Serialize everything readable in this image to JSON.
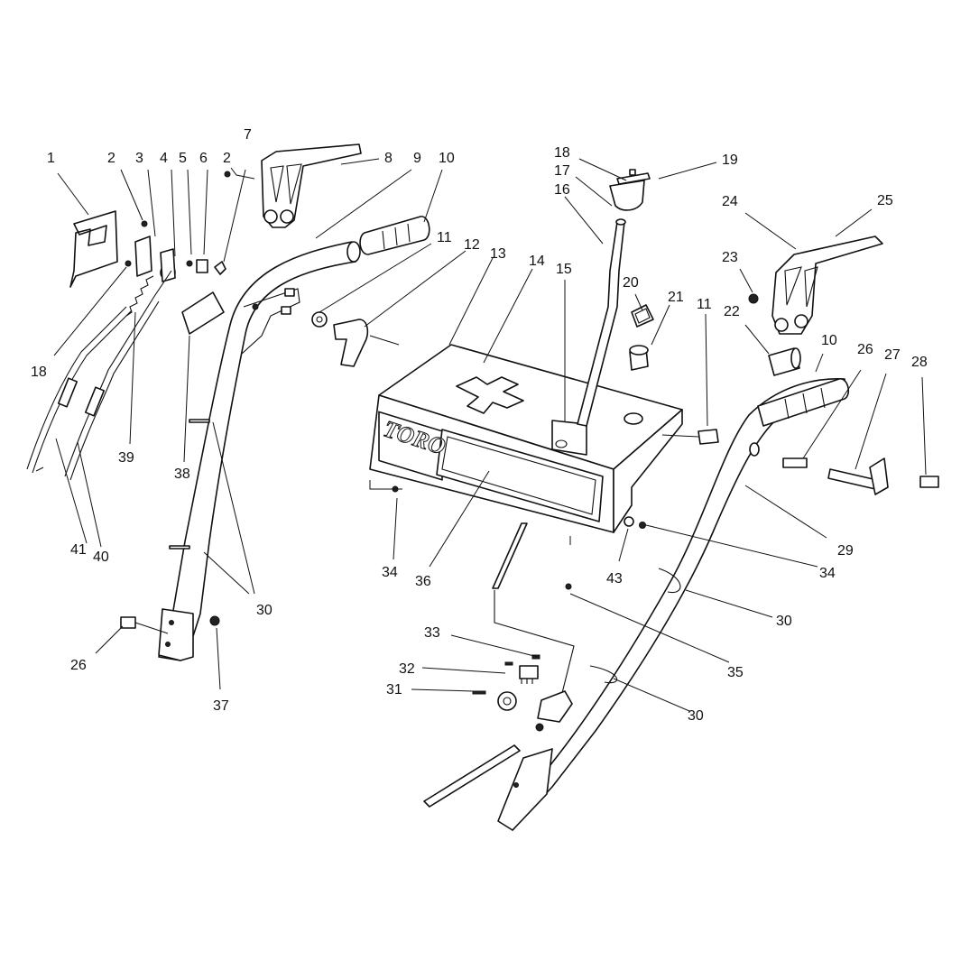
{
  "diagram": {
    "brand_logo": "TORO",
    "callouts": [
      "1",
      "2",
      "3",
      "4",
      "5",
      "6",
      "2",
      "7",
      "8",
      "9",
      "10",
      "11",
      "12",
      "13",
      "14",
      "15",
      "16",
      "17",
      "18",
      "19",
      "20",
      "21",
      "11",
      "24",
      "25",
      "23",
      "22",
      "10",
      "26",
      "27",
      "28",
      "18",
      "39",
      "38",
      "41",
      "40",
      "30",
      "34",
      "36",
      "43",
      "34",
      "29",
      "30",
      "35",
      "30",
      "33",
      "32",
      "31",
      "26",
      "37"
    ]
  }
}
